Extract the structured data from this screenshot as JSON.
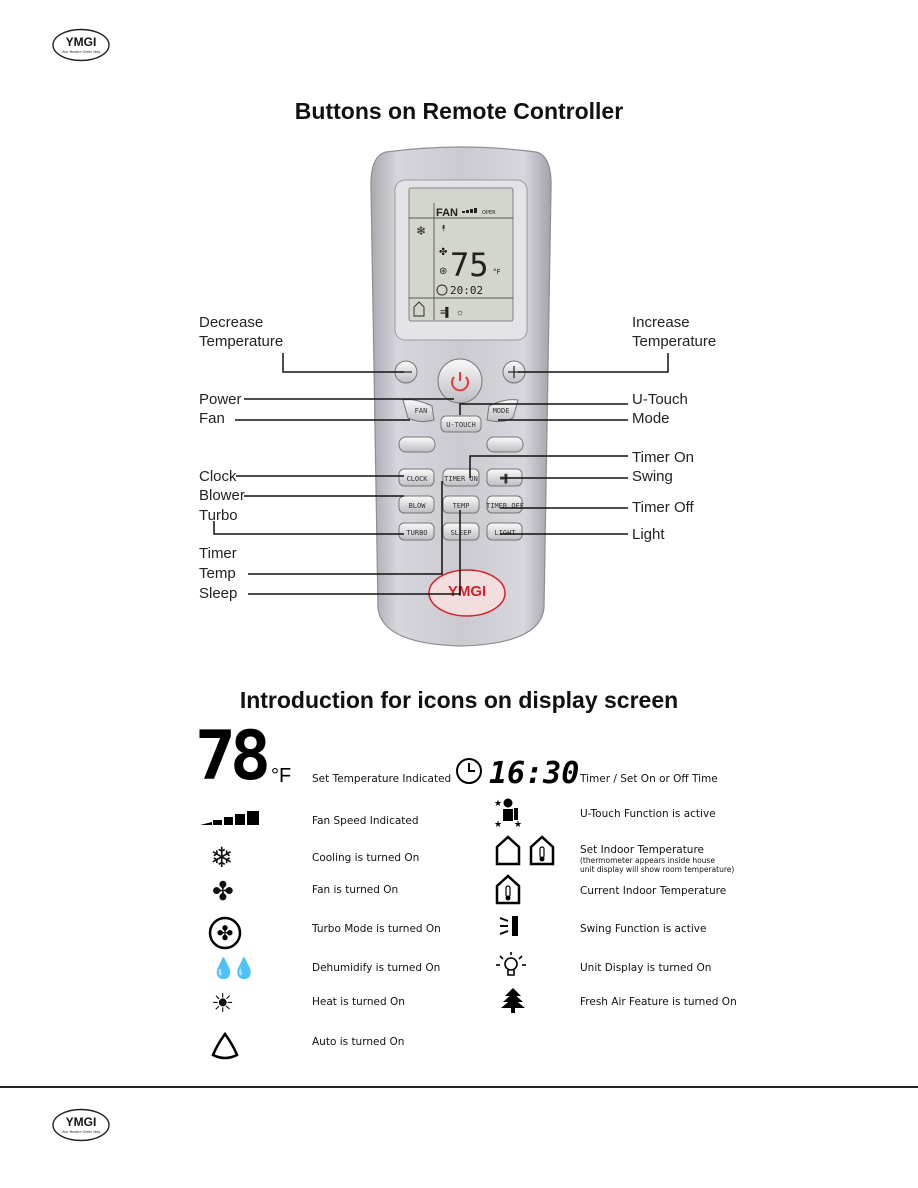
{
  "header": {
    "logo_text": "YMGI",
    "logo_tagline": "Your Modern Green Idea"
  },
  "titles": {
    "remote": "Buttons on Remote Controller",
    "icons": "Introduction for icons on display screen"
  },
  "remote_display": {
    "fan_label": "FAN",
    "oper_label": "OPER",
    "temperature": "75",
    "unit": "°F",
    "clock": "20:02"
  },
  "remote_buttons": {
    "fan": "FAN",
    "mode": "MODE",
    "u_touch": "U-TOUCH",
    "clock": "CLOCK",
    "timer_on": "TIMER ON",
    "blow": "BLOW",
    "temp": "TEMP",
    "timer_off": "TIMER OFF",
    "turbo": "TURBO",
    "sleep": "SLEEP",
    "light": "LIGHT",
    "badge": "YMGI"
  },
  "callouts_left": {
    "decrease_1": "Decrease",
    "decrease_2": "Temperature",
    "power": "Power",
    "fan": "Fan",
    "clock": "Clock",
    "blower": "Blower",
    "turbo": "Turbo",
    "timer": "Timer",
    "temp": "Temp",
    "sleep": "Sleep"
  },
  "callouts_right": {
    "increase_1": "Increase",
    "increase_2": "Temperature",
    "u_touch": "U-Touch",
    "mode": "Mode",
    "timer_on": "Timer On",
    "swing": "Swing",
    "timer_off": "Timer Off",
    "light": "Light"
  },
  "icons_left": {
    "set_temp_value": "78",
    "set_temp_unit": "°F",
    "set_temp": "Set Temperature Indicated",
    "fan_speed": "Fan Speed  Indicated",
    "cooling": "Cooling is turned On",
    "fan": "Fan is turned On",
    "turbo": "Turbo Mode is turned On",
    "dehumidify": "Dehumidify is turned On",
    "heat": "Heat is turned On",
    "auto": "Auto is turned On"
  },
  "icons_right": {
    "timer_value": "16:30",
    "timer": "Timer / Set On or Off Time",
    "u_touch": "U-Touch Function is active",
    "set_indoor": "Set Indoor Temperature",
    "set_indoor_note_1": "(thermometer appears inside house",
    "set_indoor_note_2": "unit display will show room temperature)",
    "current_indoor": "Current Indoor Temperature",
    "swing": "Swing Function is active",
    "unit_display": "Unit Display is turned On",
    "fresh_air": "Fresh Air Feature is turned On"
  },
  "colors": {
    "remote_body": "#c9c9cf",
    "lcd": "#cfd3c9",
    "power_red": "#e53a3a",
    "badge_red": "#d8202a"
  }
}
